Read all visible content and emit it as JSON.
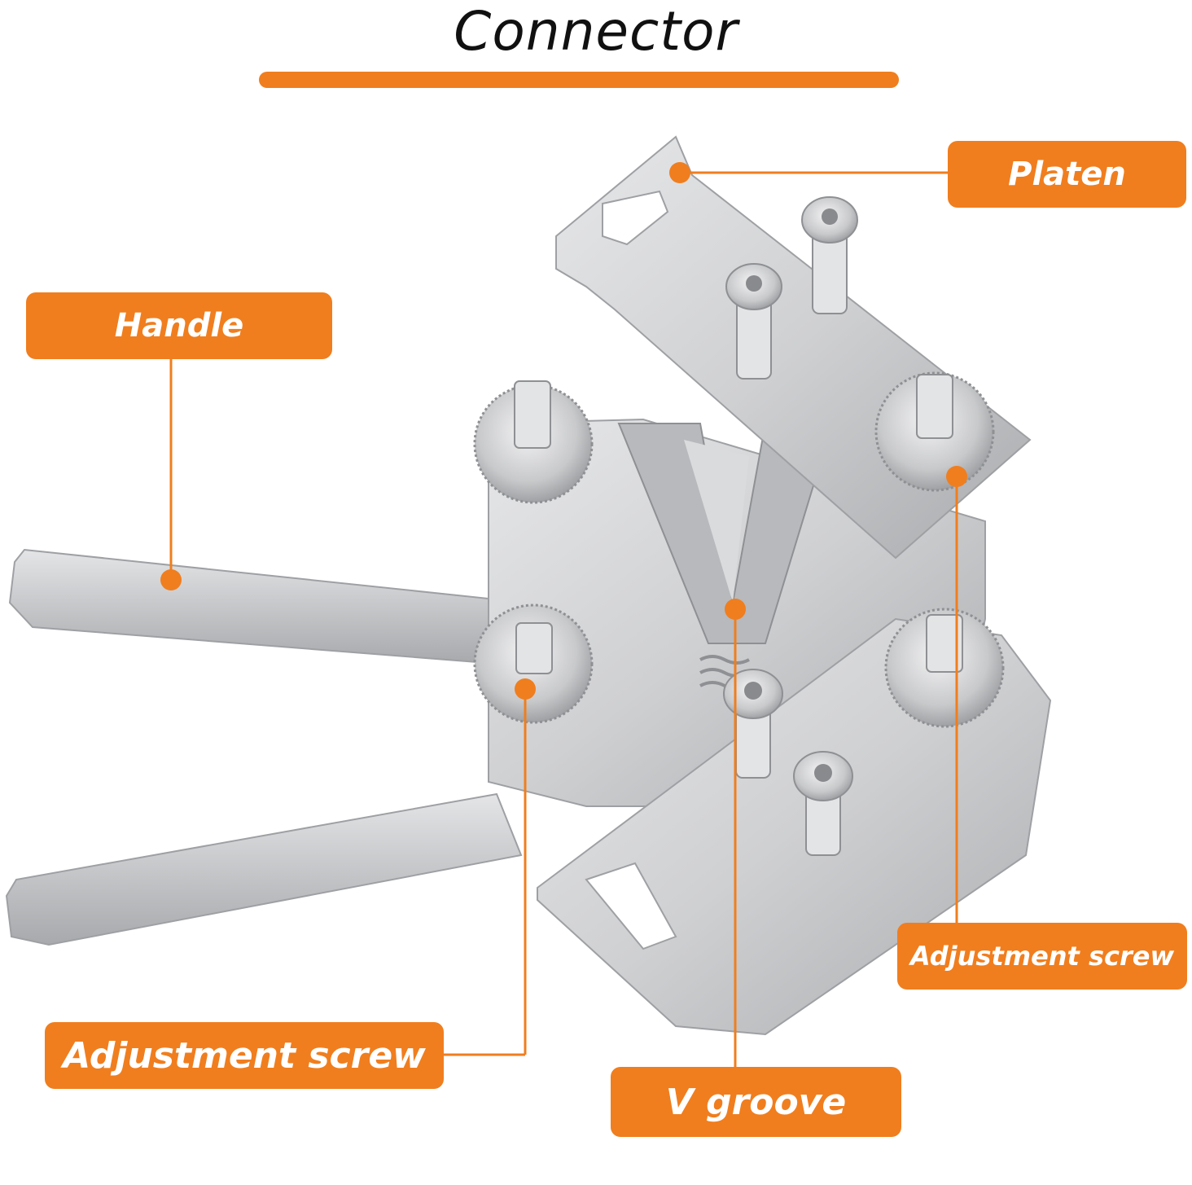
{
  "title": "Connector",
  "colors": {
    "accent": "#F07E1E",
    "metal": "#C9CACC",
    "metal_light": "#E2E3E5",
    "metal_dark": "#9C9EA1",
    "text": "#111111"
  },
  "callouts": {
    "platen": "Platen",
    "handle": "Handle",
    "adjustment_screw_right": "Adjustment screw",
    "adjustment_screw_left": "Adjustment screw",
    "v_groove": "V groove"
  }
}
